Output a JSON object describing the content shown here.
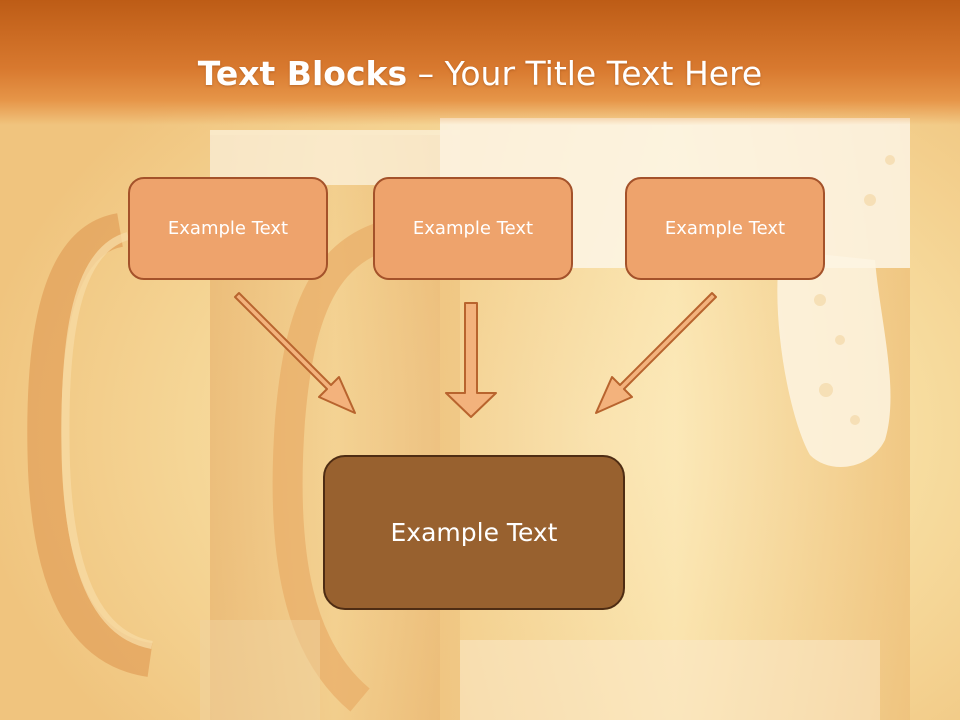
{
  "title": {
    "bold": "Text Blocks",
    "separator": " – ",
    "regular": "Your Title Text Here"
  },
  "boxes": {
    "left": "Example Text",
    "center": "Example Text",
    "right": "Example Text",
    "target": "Example Text"
  },
  "colors": {
    "title_bar": "#d8792f",
    "small_box_fill": "#eea36c",
    "small_box_border": "#a4522a",
    "target_box_fill": "#98612f",
    "target_box_border": "#4e2c13",
    "arrow_fill": "#f3b27c",
    "arrow_stroke": "#b8642e"
  },
  "background": {
    "subject": "beer-mugs-photo"
  }
}
